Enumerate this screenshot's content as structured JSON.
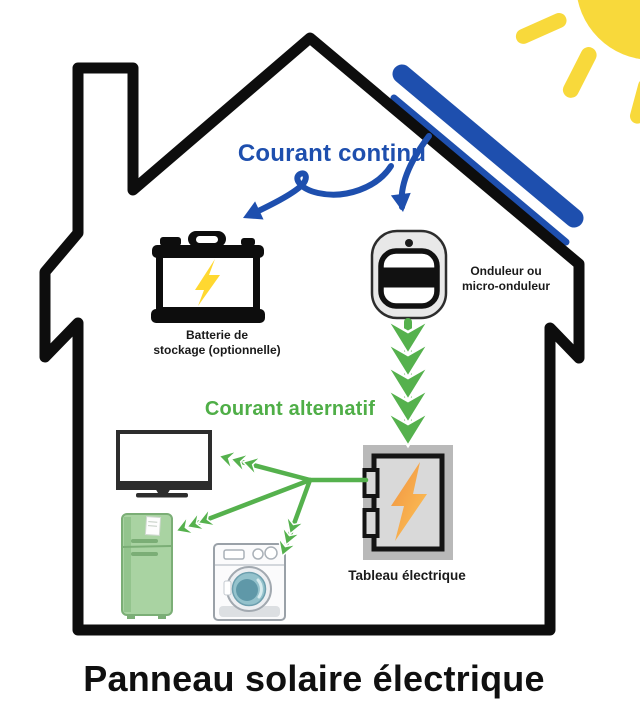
{
  "title": "Panneau solaire électrique",
  "flow_labels": {
    "dc": "Courant continu",
    "ac": "Courant alternatif"
  },
  "component_labels": {
    "battery": {
      "line1": "Batterie de",
      "line2": "stockage (optionnelle)"
    },
    "inverter": {
      "line1": "Onduleur ou",
      "line2": "micro-onduleur"
    },
    "breaker_panel": "Tableau électrique"
  },
  "colors": {
    "dc_blue": "#1e4fae",
    "ac_green": "#55b14d",
    "ac_text_green": "#4fae47",
    "sun_yellow": "#f8d93b",
    "battery_bolt_yellow": "#ffd830",
    "panel_bolt_orange": "#f8a844",
    "outline_black": "#0d0d0d"
  },
  "icons": {
    "sun": "sun-icon",
    "solar_panel": "solar-panel-icon",
    "house": "house-outline-icon",
    "battery": "battery-icon",
    "inverter": "inverter-icon",
    "breaker_panel": "breaker-panel-icon",
    "tv": "tv-icon",
    "fridge": "fridge-icon",
    "washing_machine": "washing-machine-icon",
    "dc_arrows": "curved-blue-arrow-icon",
    "ac_arrows": "green-chevron-arrow-icon"
  }
}
